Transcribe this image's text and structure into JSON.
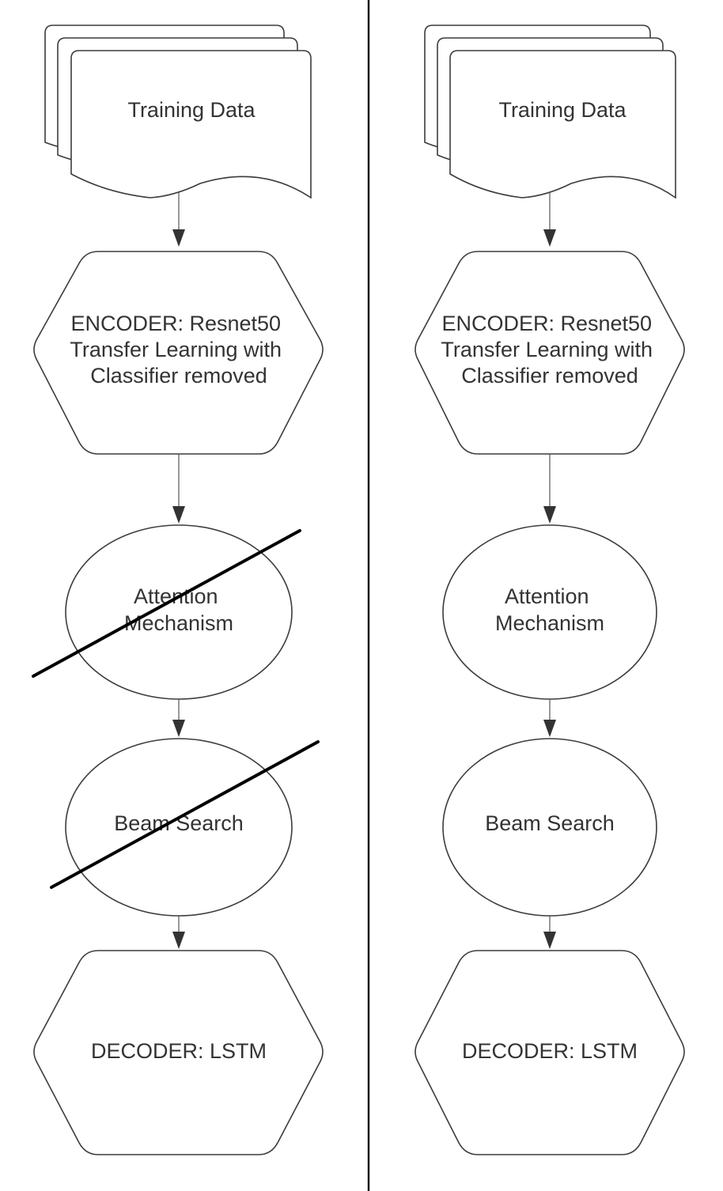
{
  "diagram": {
    "panels": [
      {
        "id": "left",
        "nodes": {
          "training_data": {
            "lines": [
              "Training Data"
            ]
          },
          "encoder": {
            "lines": [
              "ENCODER: Resnet50",
              "Transfer Learning with",
              "Classifier removed"
            ]
          },
          "attention": {
            "lines": [
              "Attention",
              "Mechanism"
            ],
            "crossed_out": true
          },
          "beam_search": {
            "lines": [
              "Beam Search"
            ],
            "crossed_out": true
          },
          "decoder": {
            "lines": [
              "DECODER: LSTM"
            ]
          }
        }
      },
      {
        "id": "right",
        "nodes": {
          "training_data": {
            "lines": [
              "Training Data"
            ]
          },
          "encoder": {
            "lines": [
              "ENCODER: Resnet50",
              "Transfer Learning with",
              "Classifier removed"
            ]
          },
          "attention": {
            "lines": [
              "Attention",
              "Mechanism"
            ],
            "crossed_out": false
          },
          "beam_search": {
            "lines": [
              "Beam Search"
            ],
            "crossed_out": false
          },
          "decoder": {
            "lines": [
              "DECODER: LSTM"
            ]
          }
        }
      }
    ],
    "edges": [
      [
        "training_data",
        "encoder"
      ],
      [
        "encoder",
        "attention"
      ],
      [
        "attention",
        "beam_search"
      ],
      [
        "beam_search",
        "decoder"
      ]
    ],
    "colors": {
      "stroke": "#3c3c3c",
      "text": "#333333",
      "strike": "#000000",
      "divider": "#1a1a1a"
    }
  }
}
